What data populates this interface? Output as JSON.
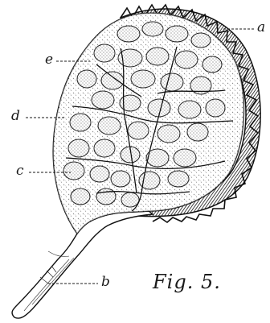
{
  "figure": {
    "caption": "Fig. 5.",
    "labels": {
      "a": "a",
      "b": "b",
      "c": "c",
      "d": "d",
      "e": "e"
    }
  },
  "colors": {
    "ink": "#1a1a1a",
    "paper": "#ffffff",
    "cell_dot": "#3a3a3a"
  }
}
